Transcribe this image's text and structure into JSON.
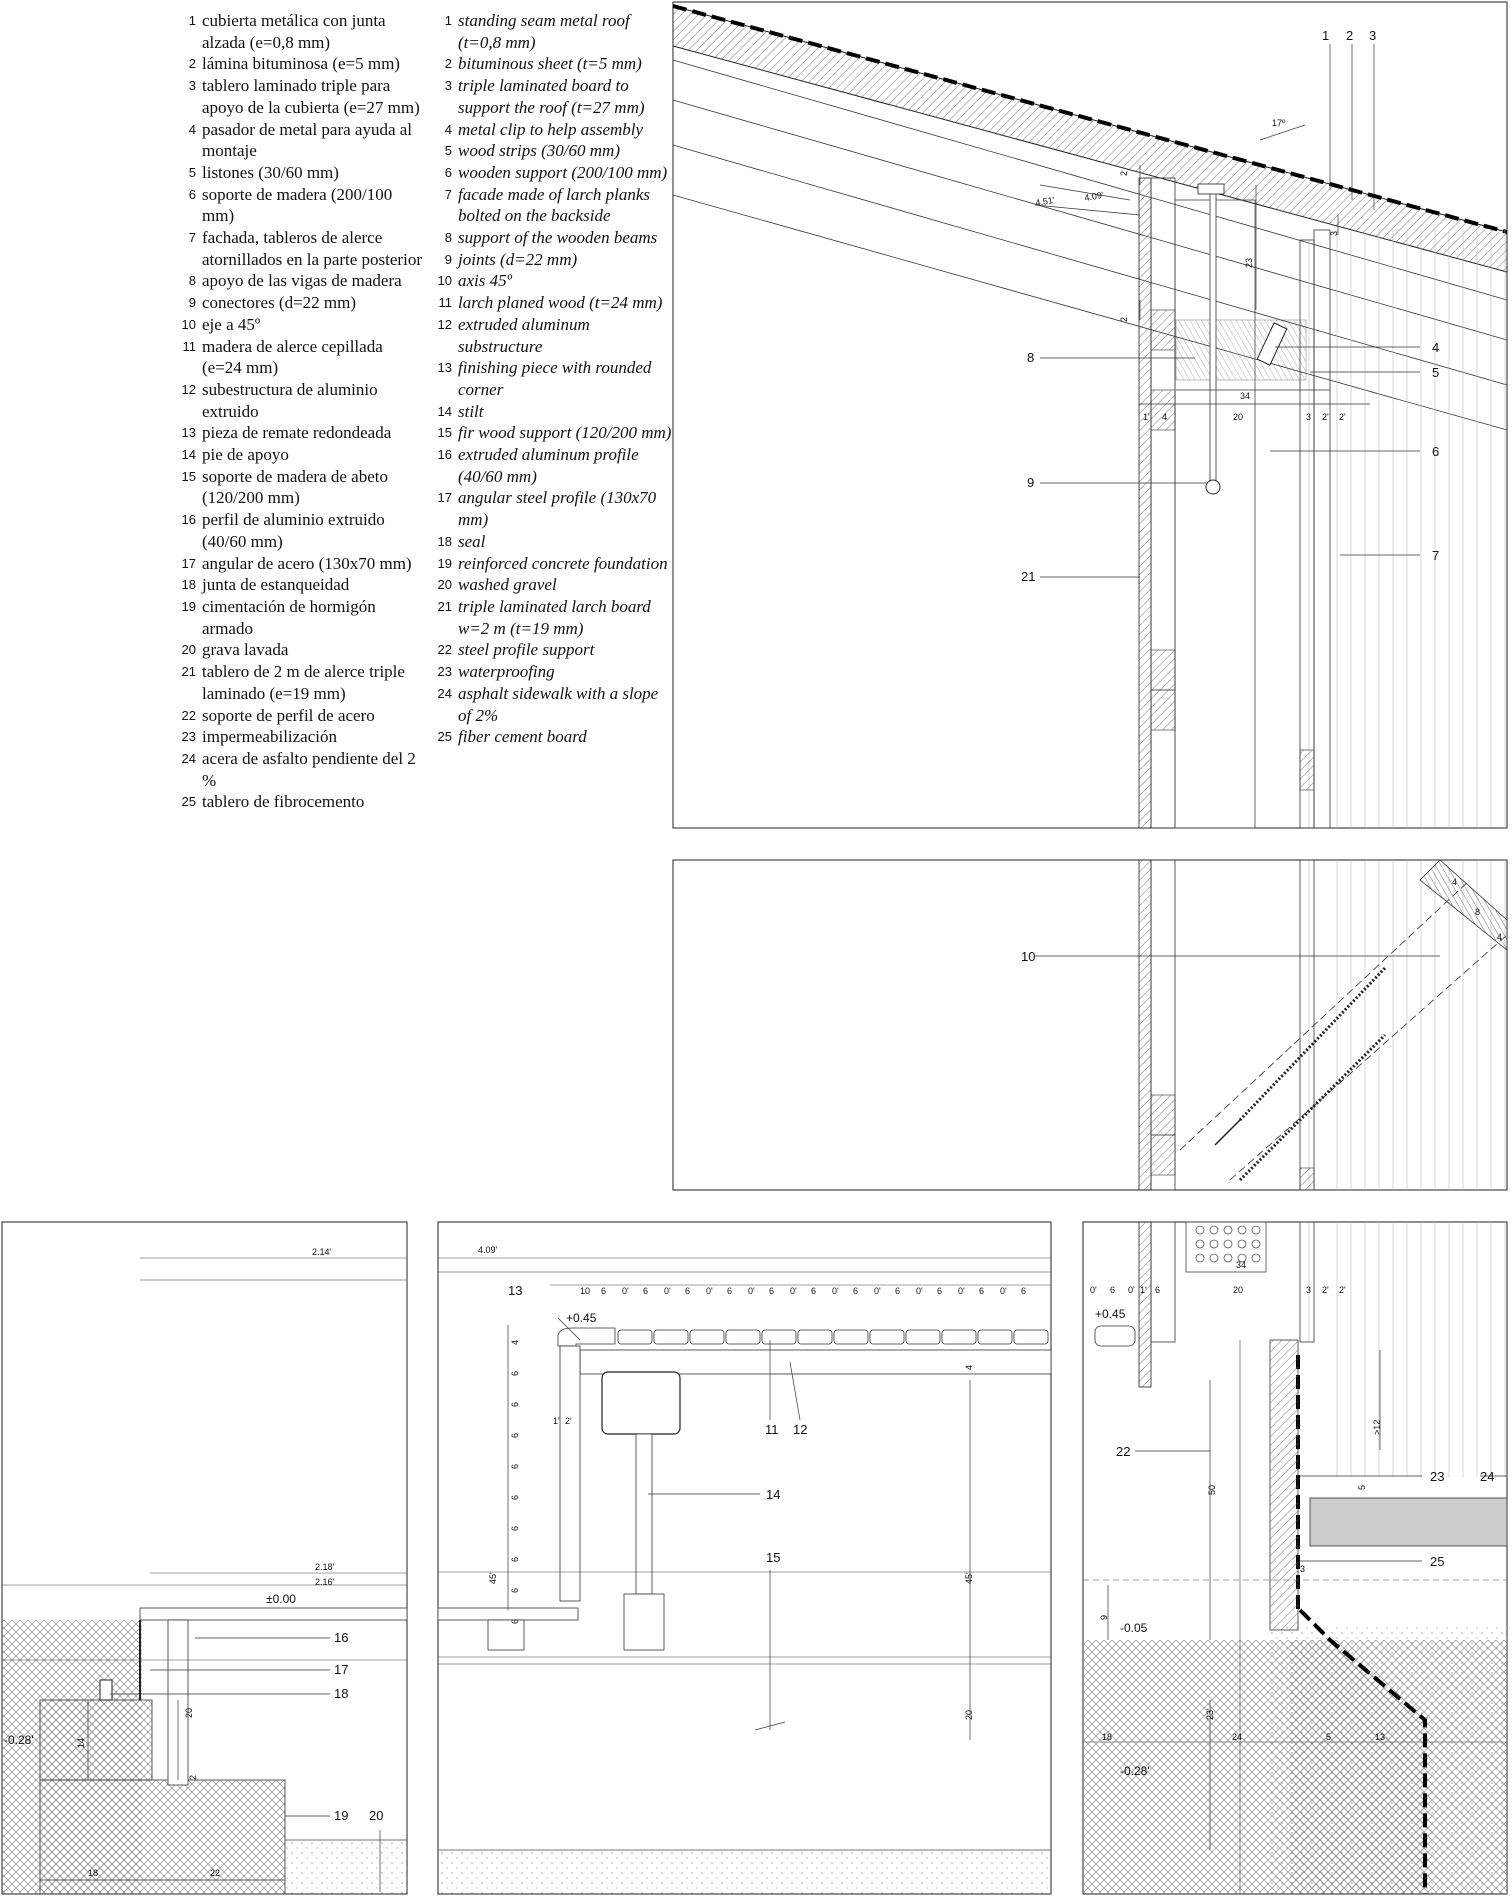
{
  "legend_es": [
    {
      "n": "1",
      "t": "cubierta metálica con junta alzada (e=0,8 mm)"
    },
    {
      "n": "2",
      "t": "lámina bituminosa (e=5 mm)"
    },
    {
      "n": "3",
      "t": "tablero laminado triple para apoyo de la cubierta (e=27 mm)"
    },
    {
      "n": "4",
      "t": "pasador de metal para ayuda al montaje"
    },
    {
      "n": "5",
      "t": "listones (30/60 mm)"
    },
    {
      "n": "6",
      "t": "soporte de madera (200/100 mm)"
    },
    {
      "n": "7",
      "t": "fachada, tableros de alerce atornillados en la parte posterior"
    },
    {
      "n": "8",
      "t": "apoyo de las vigas de madera"
    },
    {
      "n": "9",
      "t": "conectores (d=22 mm)"
    },
    {
      "n": "10",
      "t": "eje a 45º"
    },
    {
      "n": "11",
      "t": "madera de alerce cepillada (e=24 mm)"
    },
    {
      "n": "12",
      "t": "subestructura de aluminio extruido"
    },
    {
      "n": "13",
      "t": "pieza de remate redondeada"
    },
    {
      "n": "14",
      "t": "pie de apoyo"
    },
    {
      "n": "15",
      "t": "soporte de madera de abeto (120/200 mm)"
    },
    {
      "n": "16",
      "t": "perfil de aluminio extruido (40/60 mm)"
    },
    {
      "n": "17",
      "t": "angular de acero (130x70 mm)"
    },
    {
      "n": "18",
      "t": "junta de estanqueidad"
    },
    {
      "n": "19",
      "t": "cimentación de hormigón armado"
    },
    {
      "n": "20",
      "t": "grava lavada"
    },
    {
      "n": "21",
      "t": "tablero de 2 m de alerce triple laminado (e=19 mm)"
    },
    {
      "n": "22",
      "t": "soporte de perfil de acero"
    },
    {
      "n": "23",
      "t": "impermeabilización"
    },
    {
      "n": "24",
      "t": "acera de asfalto pendiente del 2 %"
    },
    {
      "n": "25",
      "t": "tablero de fibrocemento"
    }
  ],
  "legend_en": [
    {
      "n": "1",
      "t": "standing seam metal roof (t=0,8 mm)"
    },
    {
      "n": "2",
      "t": "bituminous sheet (t=5 mm)"
    },
    {
      "n": "3",
      "t": "triple laminated board to support the roof (t=27 mm)"
    },
    {
      "n": "4",
      "t": "metal clip to help assembly"
    },
    {
      "n": "5",
      "t": "wood strips (30/60 mm)"
    },
    {
      "n": "6",
      "t": "wooden support (200/100 mm)"
    },
    {
      "n": "7",
      "t": "facade made of larch planks bolted on the backside"
    },
    {
      "n": "8",
      "t": "support of the wooden beams"
    },
    {
      "n": "9",
      "t": "joints (d=22 mm)"
    },
    {
      "n": "10",
      "t": "axis 45º"
    },
    {
      "n": "11",
      "t": "larch planed wood (t=24 mm)"
    },
    {
      "n": "12",
      "t": "extruded aluminum substructure"
    },
    {
      "n": "13",
      "t": "finishing piece with rounded corner"
    },
    {
      "n": "14",
      "t": "stilt"
    },
    {
      "n": "15",
      "t": "fir wood support (120/200 mm)"
    },
    {
      "n": "16",
      "t": "extruded aluminum profile (40/60 mm)"
    },
    {
      "n": "17",
      "t": "angular steel profile (130x70 mm)"
    },
    {
      "n": "18",
      "t": "seal"
    },
    {
      "n": "19",
      "t": "reinforced concrete foundation"
    },
    {
      "n": "20",
      "t": "washed gravel"
    },
    {
      "n": "21",
      "t": "triple laminated larch board w=2 m (t=19 mm)"
    },
    {
      "n": "22",
      "t": "steel profile support"
    },
    {
      "n": "23",
      "t": "waterproofing"
    },
    {
      "n": "24",
      "t": "asphalt sidewalk with a slope of 2%"
    },
    {
      "n": "25",
      "t": "fiber cement board"
    }
  ],
  "roof_detail": {
    "callouts": [
      "1",
      "2",
      "3",
      "4",
      "5",
      "6",
      "7",
      "8",
      "9",
      "21"
    ],
    "dims": {
      "angle": "17º",
      "d451": "4.51'",
      "d409": "4.09'",
      "d2a": "2",
      "d2b": "2",
      "d3": "3",
      "d23": "23",
      "d34": "34",
      "row": [
        "1'",
        "4",
        "20",
        "3",
        "2'",
        "2'"
      ]
    }
  },
  "corner_detail": {
    "callout": "10",
    "dims": [
      "4",
      "8",
      "4"
    ]
  },
  "foundation_detail": {
    "callouts": [
      "16",
      "17",
      "18",
      "19",
      "20"
    ],
    "levels": {
      "zero": "±0.00",
      "minus": "-0.28'"
    },
    "dims": {
      "d214": "2.14'",
      "d218": "2.18'",
      "d216": "2.16'",
      "d14": "14",
      "d20": "20",
      "d2": "2",
      "d18": "18",
      "d22": "22"
    }
  },
  "deck_detail": {
    "callouts": [
      "11",
      "12",
      "13",
      "14",
      "15"
    ],
    "level": "+0.45",
    "dims": {
      "d409": "4.09'",
      "top": [
        "10",
        "6",
        "0'",
        "6",
        "0'",
        "6",
        "0'",
        "6",
        "0'",
        "6",
        "0'",
        "6",
        "0'",
        "6",
        "0'",
        "6",
        "0'",
        "6",
        "0'",
        "6",
        "0'",
        "6"
      ],
      "side": [
        "4",
        "6",
        "6",
        "6",
        "6",
        "6",
        "6",
        "6",
        "6",
        "6"
      ],
      "d45a": "45'",
      "d45b": "45'",
      "d4": "4",
      "d20": "20",
      "small": [
        "1'",
        "2'"
      ]
    }
  },
  "sidewalk_detail": {
    "callouts": [
      "22",
      "23",
      "24",
      "25"
    ],
    "levels": {
      "plus": "+0.45",
      "m005": "-0.05",
      "m028": "-0.28'"
    },
    "dims": {
      "top": [
        "0'",
        "6",
        "0'",
        "1'",
        "6",
        "20",
        "3",
        "2'",
        "2'"
      ],
      "d34": "34",
      "d50": "50",
      "dgt12": ">12",
      "d5": "5",
      "d3": "3",
      "d9": "9",
      "d23": "23'",
      "bottom": [
        "18",
        "24",
        "5",
        "13"
      ]
    }
  }
}
